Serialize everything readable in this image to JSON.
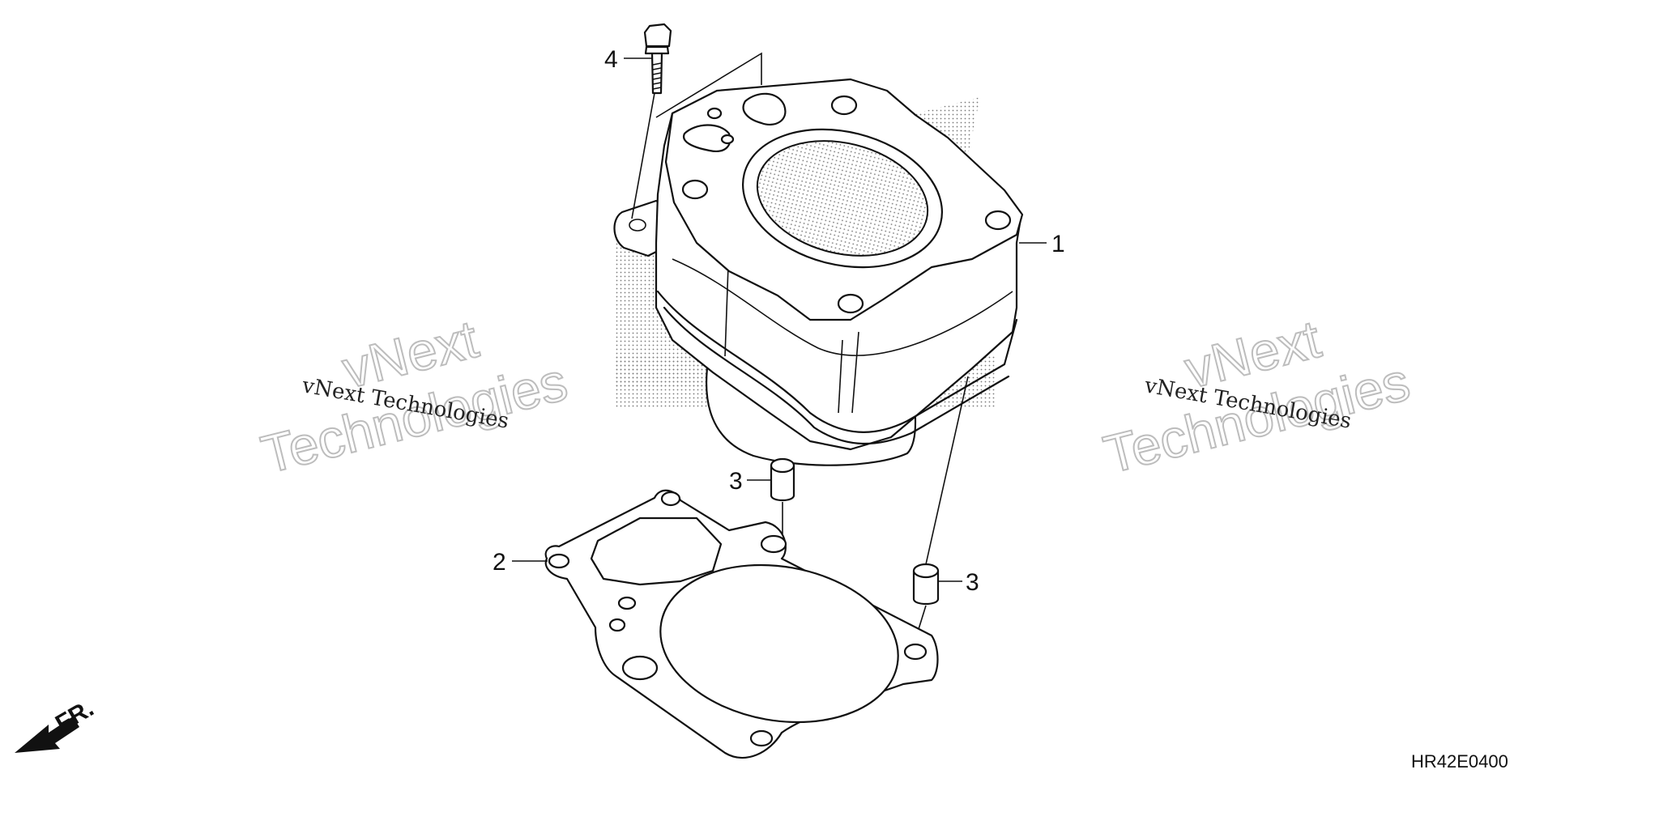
{
  "callouts": {
    "cylinder": "1",
    "gasket": "2",
    "dowel_left": "3",
    "dowel_right": "3",
    "bolt": "4"
  },
  "diagram_code": "HR42E0400",
  "front_marker": "FR.",
  "watermark": {
    "brand_top": "vNext",
    "brand_bottom": "Technologies",
    "label": "vNext Technologies"
  }
}
